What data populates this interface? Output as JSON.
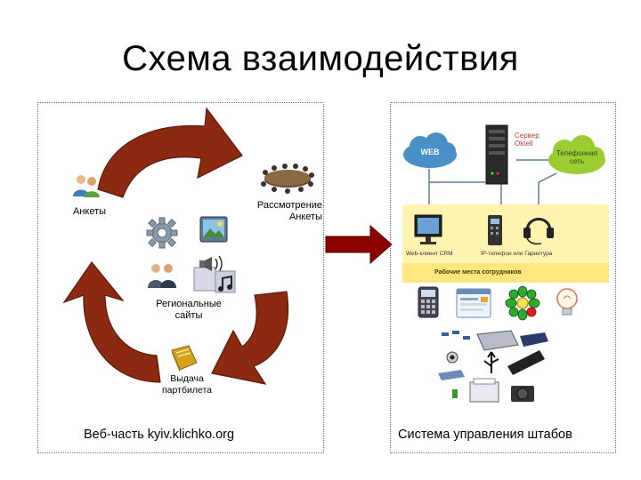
{
  "title": "Схема взаимодействия",
  "left_panel": {
    "questionnaires_label": "Анкеты",
    "review_label_line1": "Рассмотрение",
    "review_label_line2": "Анкеты",
    "regional_label_line1": "Региональные",
    "regional_label_line2": "сайты",
    "issue_label_line1": "Выдача",
    "issue_label_line2": "партбилета",
    "caption": "Веб-часть kyiv.klichko.org"
  },
  "right_panel": {
    "web_cloud": "WEB",
    "server_line1": "Сервер",
    "server_line2": "Oktell",
    "phone_net_line1": "Телефонная",
    "phone_net_line2": "сеть",
    "crm_label": "Web-клиент CRM",
    "ip_phone_label": "IP-телефон или Гарнитура",
    "workstations_label": "Рабочие места сотрудников",
    "caption": "Система управления штабов"
  },
  "colors": {
    "arrow_fill": "#8b2a10",
    "arrow_stroke": "#5a1a0a",
    "connector_arrow": "#8b0000",
    "cloud": "#4a90c8",
    "phone_net": "#9acd32",
    "workstation_band": "#fff3b0"
  }
}
